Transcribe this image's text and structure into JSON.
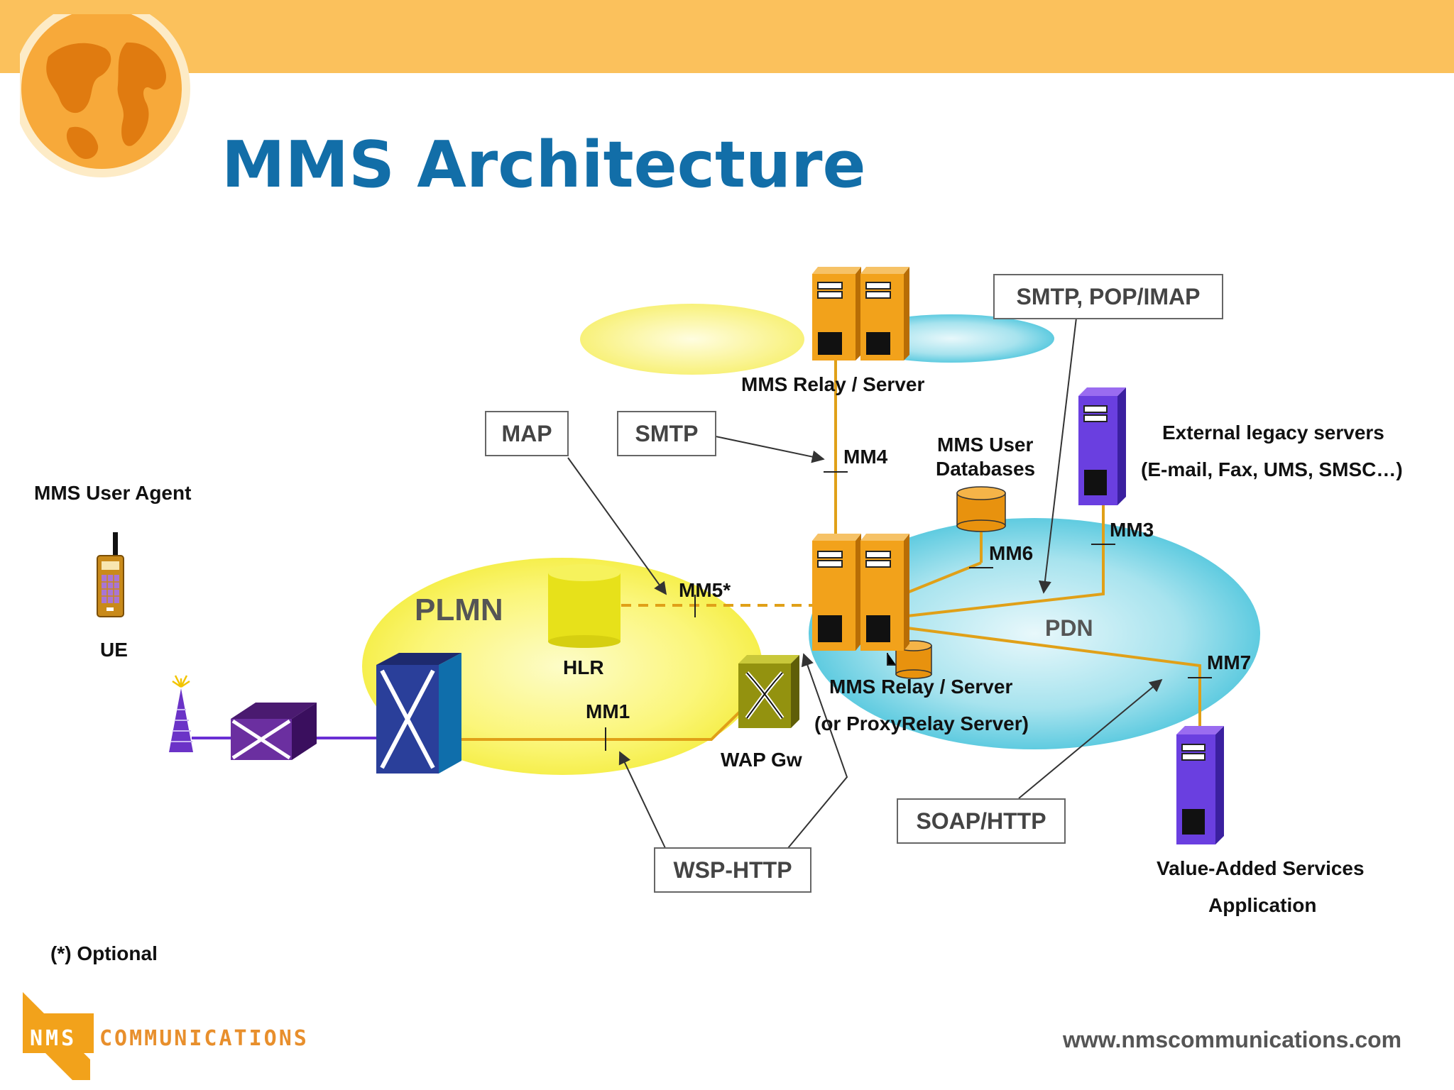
{
  "slide": {
    "title": "MMS Architecture",
    "footnote": "(*) Optional",
    "footer_url": "www.nmscommunications.com",
    "logo": {
      "abbr": "NMS",
      "word": "COMMUNICATIONS"
    }
  },
  "colors": {
    "banner": "#fbc15c",
    "title": "#126ea8",
    "plmn_cloud": "#fbf67a",
    "pdn_cloud": "#7fd6e6",
    "server": "#f2a21b",
    "link": "#e0a018",
    "purple": "#6a2fd4"
  },
  "nodes": {
    "ue_caption": "MMS User Agent",
    "ue": "UE",
    "plmn": "PLMN",
    "hlr": "HLR",
    "wap_gw": "WAP Gw",
    "pdn": "PDN",
    "relay_top": "MMS Relay / Server",
    "relay_main": "MMS Relay / Server",
    "relay_main_sub": "(or ProxyRelay Server)",
    "user_db_line1": "MMS User",
    "user_db_line2": "Databases",
    "external_line1": "External legacy servers",
    "external_line2": "(E-mail, Fax, UMS, SMSC…)",
    "vas_line1": "Value-Added Services",
    "vas_line2": "Application"
  },
  "interfaces": {
    "mm1": "MM1",
    "mm3": "MM3",
    "mm4": "MM4",
    "mm5": "MM5*",
    "mm6": "MM6",
    "mm7": "MM7"
  },
  "protocols": {
    "map": "MAP",
    "smtp": "SMTP",
    "smtp_pop": "SMTP, POP/IMAP",
    "wsp_http": "WSP-HTTP",
    "soap_http": "SOAP/HTTP"
  }
}
